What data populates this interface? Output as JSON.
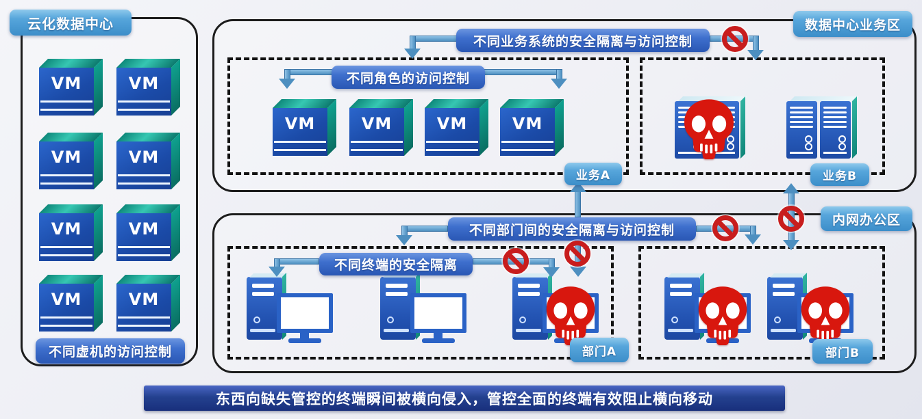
{
  "labels": {
    "vm": "VM"
  },
  "zones": {
    "cloud_dc": "云化数据中心",
    "dc_business": "数据中心业务区",
    "intranet_office": "内网办公区",
    "business_a": "业务A",
    "business_b": "业务B",
    "dept_a": "部门A",
    "dept_b": "部门B"
  },
  "controls": {
    "vm_access": "不同虚机的访问控制",
    "business_isolation": "不同业务系统的安全隔离与访问控制",
    "role_access": "不同角色的访问控制",
    "dept_isolation": "不同部门间的安全隔离与访问控制",
    "terminal_isolation": "不同终端的安全隔离"
  },
  "banner": "东西向缺失管控的终端瞬间被横向侵入，管控全面的终端有效阻止横向移动",
  "colors": {
    "pill_sky": "#4e9ed6",
    "pill_royal": "#3a6ccb",
    "banner_bg": "#21408f",
    "cube_front": "#1e52b4",
    "cube_top": "#1db2a0",
    "device_blue": "#2e63c8",
    "arrow_blue": "#4d8fc0",
    "prohibit_red": "#c81d1d",
    "skull_red": "#d8170e",
    "border_black": "#1c1c1c"
  }
}
